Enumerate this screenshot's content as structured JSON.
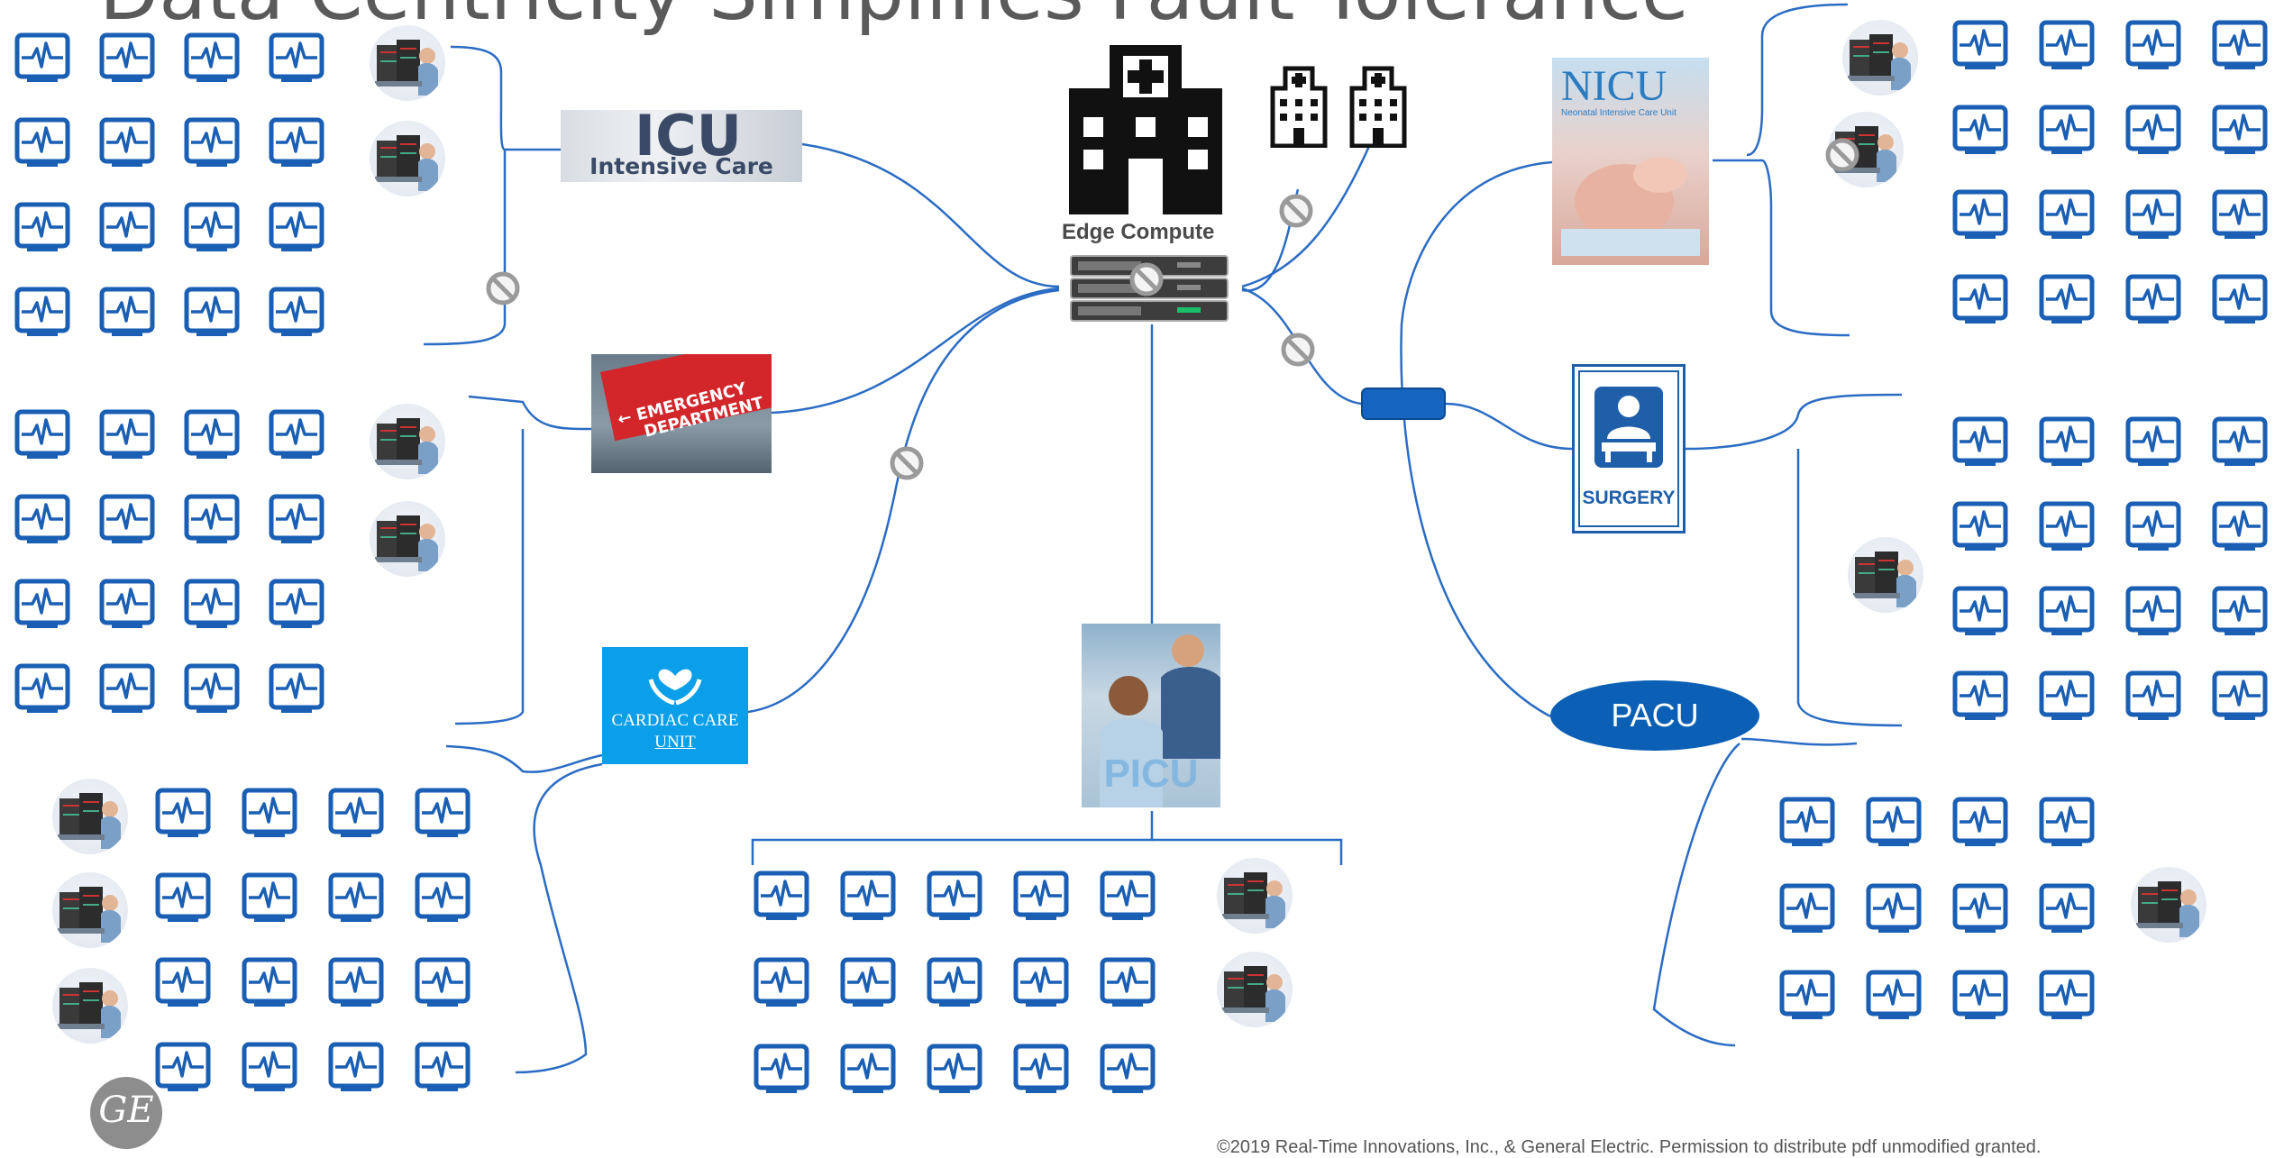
{
  "title": "Data Centricity Simplifies Fault Tolerance",
  "hub": {
    "label": "Edge Compute",
    "icons": [
      "hospital-icon",
      "server-rack-icon"
    ]
  },
  "units": {
    "icu": {
      "big": "ICU",
      "small": "Intensive Care Unit"
    },
    "emergency": {
      "line1": "EMERGENCY",
      "line2": "DEPARTMENT"
    },
    "cardiac": {
      "line1": "CARDIAC CARE",
      "line2": "UNIT"
    },
    "nicu": {
      "big": "NICU",
      "small": "Neonatal Intensive Care Unit"
    },
    "surgery": {
      "label": "SURGERY"
    },
    "picu": {
      "label": "PICU"
    },
    "pacu": {
      "label": "PACU"
    }
  },
  "logo": {
    "text": "GE"
  },
  "footer": "©2019 Real-Time Innovations, Inc., & General Electric. Permission to distribute pdf unmodified granted.",
  "colors": {
    "accent": "#1a5fb4",
    "wire": "#2b6cc4",
    "blocked": "#9a9a9a",
    "pacu": "#0b5fb5"
  }
}
